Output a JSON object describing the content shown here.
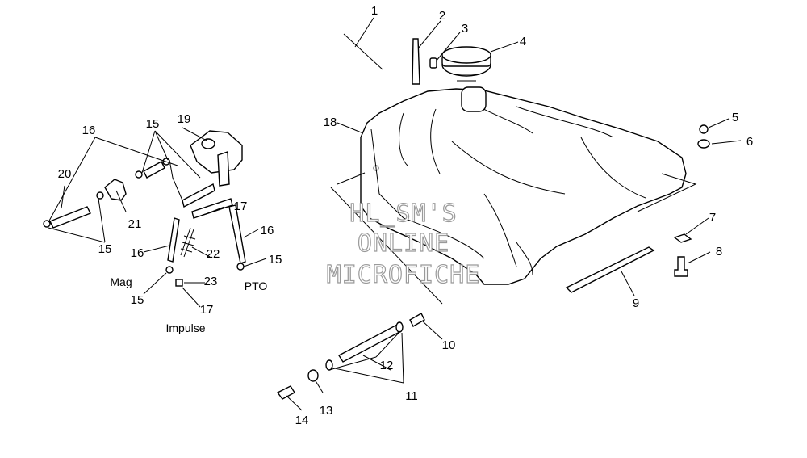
{
  "callouts": {
    "c1": "1",
    "c2": "2",
    "c3": "3",
    "c4": "4",
    "c5": "5",
    "c6": "6",
    "c7": "7",
    "c8": "8",
    "c9": "9",
    "c10": "10",
    "c11": "11",
    "c12": "12",
    "c13": "13",
    "c14": "14",
    "c15a": "15",
    "c15b": "15",
    "c15c": "15",
    "c15d": "15",
    "c16a": "16",
    "c16b": "16",
    "c16c": "16",
    "c17a": "17",
    "c17b": "17",
    "c18": "18",
    "c19": "19",
    "c20": "20",
    "c21": "21",
    "c22": "22",
    "c23": "23"
  },
  "labels": {
    "mag": "Mag",
    "impulse": "Impulse",
    "pto": "PTO"
  },
  "watermark": {
    "line1": "HL_SM'S",
    "line2": "ONLINE",
    "line3": "MICROFICHE"
  }
}
